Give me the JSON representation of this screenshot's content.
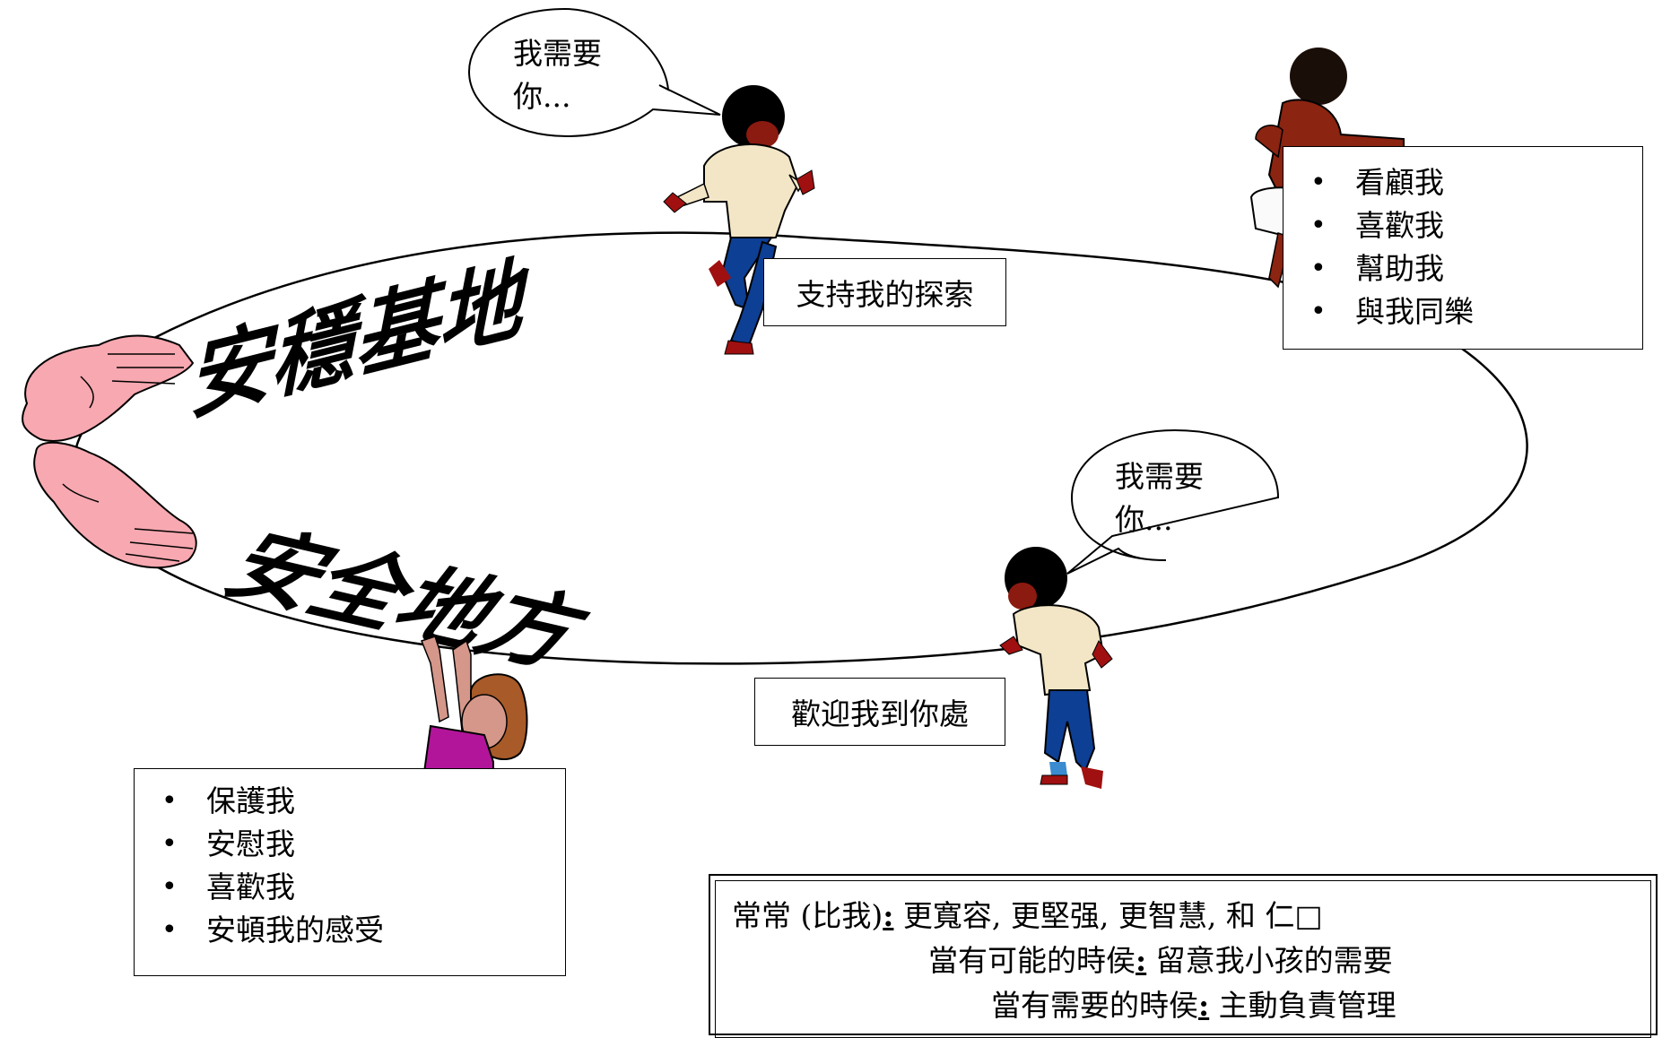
{
  "diagram": {
    "secure_base_title": "安穩基地",
    "safe_haven_title": "安全地方",
    "speech_bubble_top": [
      "我需要",
      "你..."
    ],
    "speech_bubble_bottom": [
      "我需要",
      "你..."
    ],
    "support_exploration_label": "支持我的探索",
    "welcome_coming_label": "歡迎我到你處",
    "top_right_needs": [
      "看顧我",
      "喜歡我",
      "幫助我",
      "與我同樂"
    ],
    "bottom_left_needs": [
      "保護我",
      "安慰我",
      "喜歡我",
      "安頓我的感受"
    ],
    "caregiver": {
      "line1_label": "常常  (比我)",
      "line1_text": " 更寬容, 更堅强, 更智慧, 和 仁",
      "line2_label": "當有可能的時侯",
      "line2_text": " 留意我小孩的需要",
      "line3_label": "當有需要的時侯",
      "line3_text": " 主動負責管理",
      "colon": ":"
    }
  }
}
